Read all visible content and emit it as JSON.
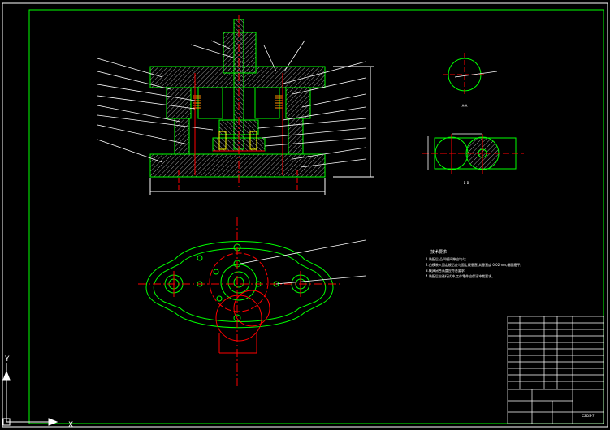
{
  "colors": {
    "background": "#000000",
    "outline": "#00ff00",
    "centerline": "#ff0000",
    "hatch": "#b0b0b0",
    "leader": "#ffffff",
    "text": "#ffffff",
    "springs": "#ff8c00",
    "pins": "#ffff00"
  },
  "labels": {
    "section_a": "A-A",
    "section_b": "B-B",
    "tech_title": "技术要求",
    "axis_x": "X",
    "axis_y": "Y"
  },
  "tech_notes": [
    "1.装配后,凸凹模间隙应均匀;",
    "2.凸模装入固定板后应与固定板垂直,其垂直度 0.02mm,端面磨平;",
    "3.模具闭合高度应符合要求;",
    "4.装配后应进行试冲,工作零件应保证冲裁要求。"
  ],
  "title_block": {
    "drawing_no": "CZDS-7"
  }
}
